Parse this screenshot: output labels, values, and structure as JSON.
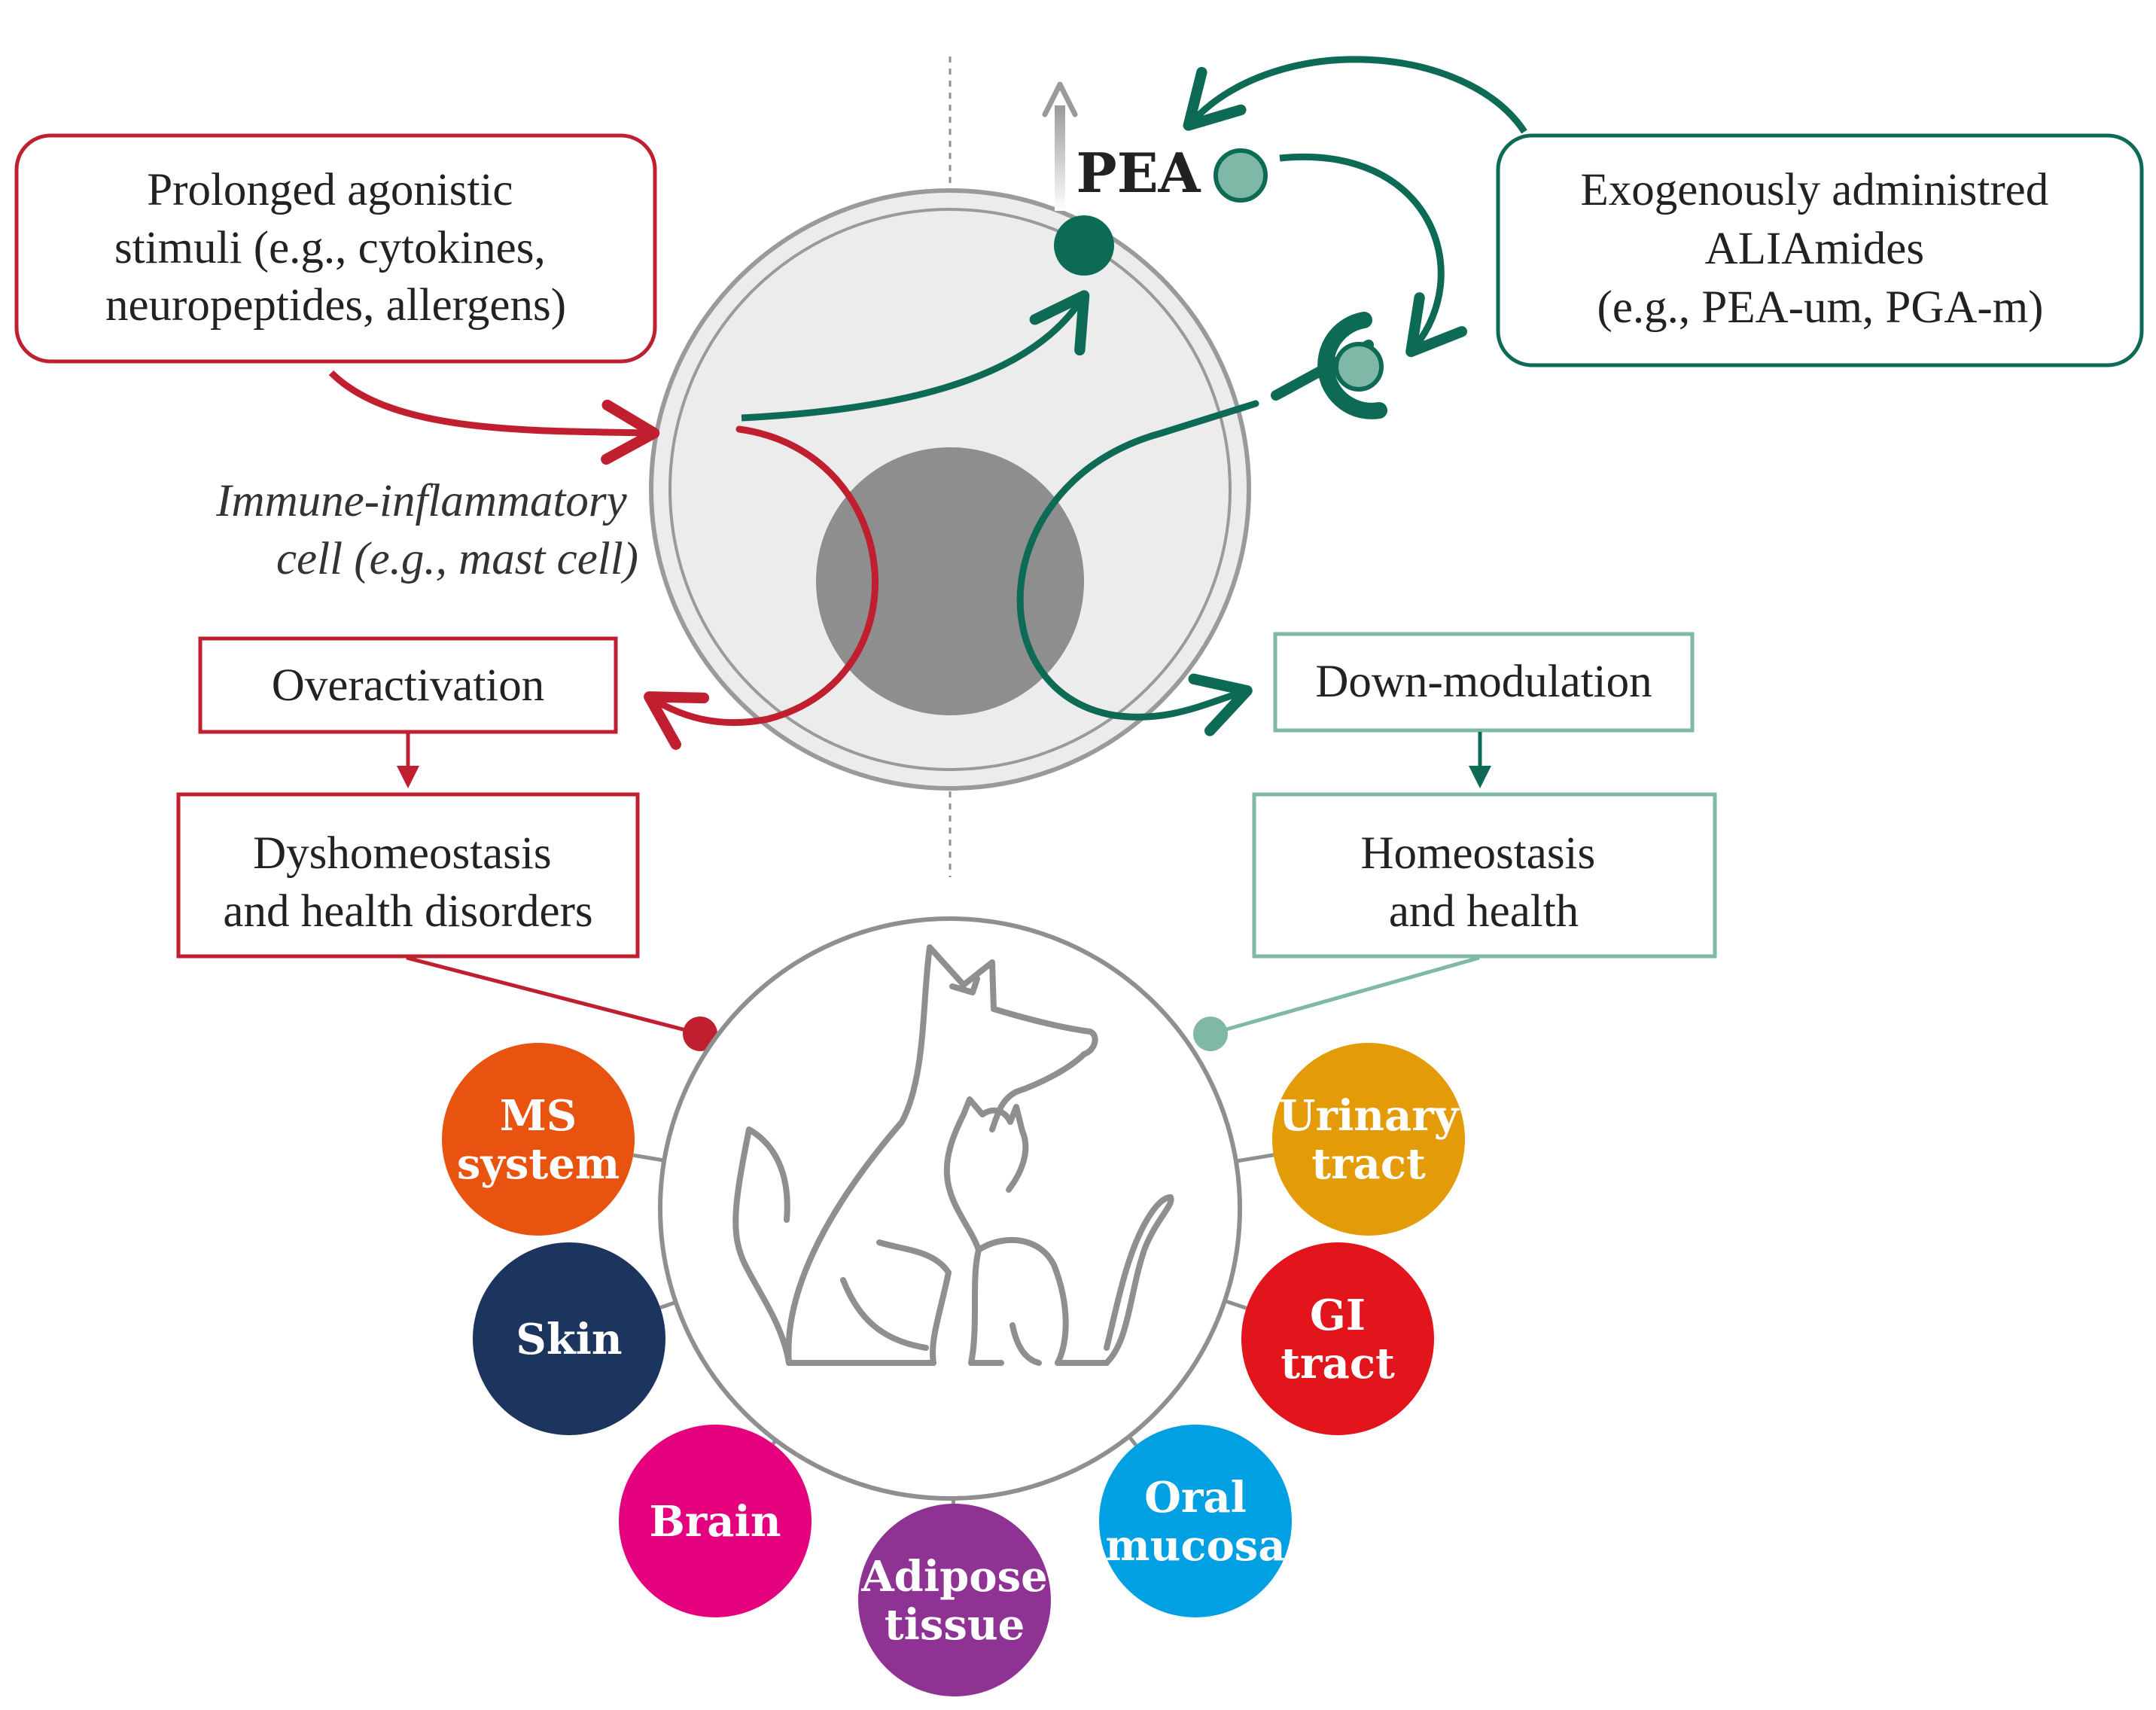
{
  "colors": {
    "red": "#c01f2f",
    "teal": "#0d6b55",
    "teal_light": "#7fb8a6",
    "gray_line": "#8f8f8f",
    "cell_fill": "#ececec",
    "nucleus_fill": "#8e8e8e"
  },
  "stimuli_box": {
    "lines": [
      "Prolonged agonistic",
      "stimuli (e.g., cytokines,",
      "neuropeptides, allergens)"
    ]
  },
  "exogenous_box": {
    "lines": [
      "Exogenously administred",
      "ALIAmides",
      "(e.g., PEA-um, PGA-m)"
    ]
  },
  "pea_label": "PEA",
  "cell_label": {
    "lines": [
      "Immune-inflammatory",
      "cell (e.g., mast cell)"
    ]
  },
  "overactivation_label": "Overactivation",
  "downmodulation_label": "Down-modulation",
  "dyshomeostasis_box": {
    "lines": [
      "Dyshomeostasis",
      "and health disorders"
    ]
  },
  "homeostasis_box": {
    "lines": [
      "Homeostasis",
      "and health"
    ]
  },
  "animals_icon": "dog-and-cat-icon",
  "organs": [
    {
      "lines": [
        "MS",
        "system"
      ],
      "color": "#e8540f"
    },
    {
      "lines": [
        "Skin"
      ],
      "color": "#1c355e"
    },
    {
      "lines": [
        "Brain"
      ],
      "color": "#e5007e"
    },
    {
      "lines": [
        "Adipose",
        "tissue"
      ],
      "color": "#8e3294"
    },
    {
      "lines": [
        "Oral",
        "mucosa"
      ],
      "color": "#00a0e3"
    },
    {
      "lines": [
        "GI",
        "tract"
      ],
      "color": "#e2141c"
    },
    {
      "lines": [
        "Urinary",
        "tract"
      ],
      "color": "#e39b07"
    }
  ]
}
